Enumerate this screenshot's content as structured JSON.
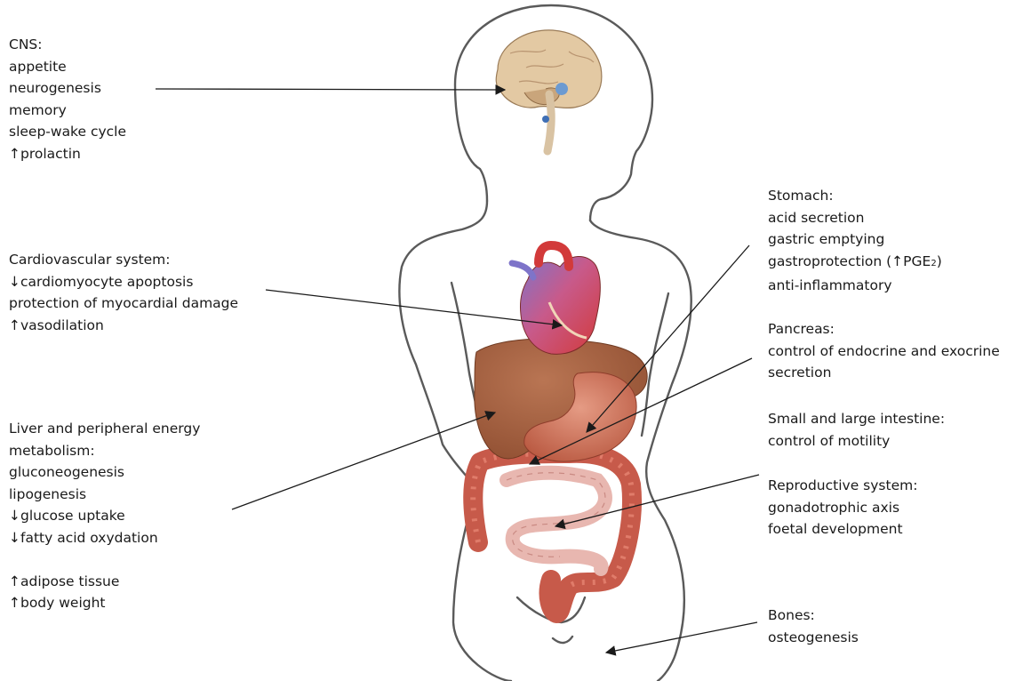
{
  "annotations": {
    "cns": {
      "title": "CNS:",
      "items": [
        "appetite",
        "neurogenesis",
        "memory",
        "sleep-wake cycle",
        "↑prolactin"
      ]
    },
    "cardio": {
      "title": "Cardiovascular system:",
      "items": [
        "↓cardiomyocyte apoptosis",
        "protection of myocardial damage",
        "↑vasodilation"
      ]
    },
    "liver": {
      "title_line1": "Liver and peripheral energy",
      "title_line2": "metabolism:",
      "items": [
        "gluconeogenesis",
        "lipogenesis",
        "↓glucose uptake",
        "↓fatty acid oxydation"
      ],
      "extra_items": [
        "↑adipose tissue",
        "↑body weight"
      ]
    },
    "stomach": {
      "title": "Stomach:",
      "items": [
        "acid secretion",
        "gastric emptying",
        "gastroprotection (↑PGE",
        "anti-inflammatory"
      ],
      "pge_subscript": "2",
      "pge_close": ")"
    },
    "pancreas": {
      "title": "Pancreas:",
      "items": [
        "control of endocrine and exocrine",
        "secretion"
      ]
    },
    "intestine": {
      "title": "Small and large intestine:",
      "items": [
        "control of motility"
      ]
    },
    "repro": {
      "title": "Reproductive system:",
      "items": [
        "gonadotrophic axis",
        "foetal development"
      ]
    },
    "bones": {
      "title": "Bones:",
      "items": [
        "osteogenesis"
      ]
    }
  },
  "colors": {
    "outline": "#5a5a5a",
    "liver": "#a8623f",
    "stomach": "#c46b52",
    "intestine_large": "#c75a4a",
    "intestine_small": "#e8b7b0",
    "heart_red": "#d23a3a",
    "heart_blue": "#7e74c9",
    "brain": "#e3c9a3",
    "arrow": "#1a1a1a"
  }
}
